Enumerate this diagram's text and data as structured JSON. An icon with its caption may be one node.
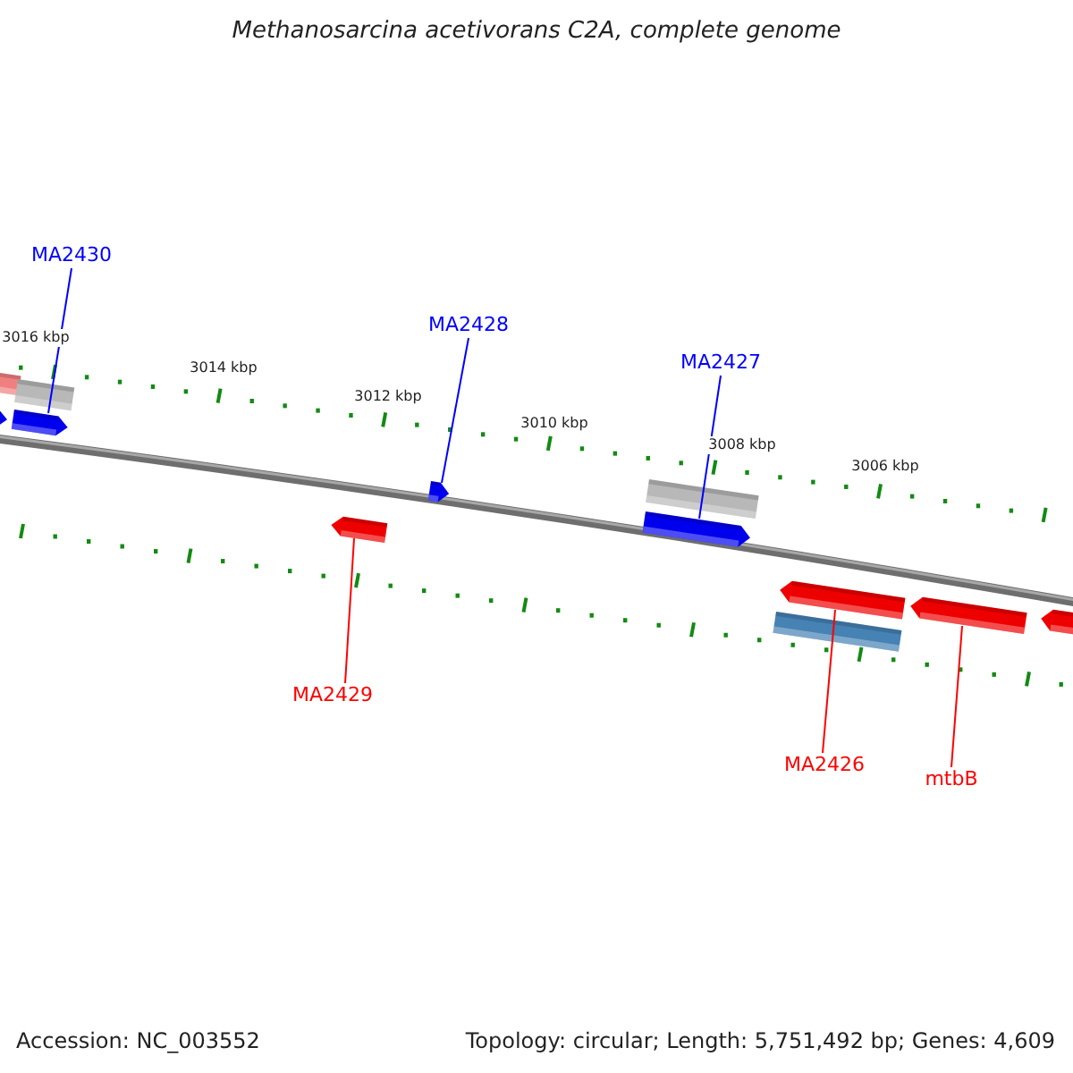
{
  "diagram": {
    "title": "Methanosarcina acetivorans C2A, complete genome",
    "nodes": [
      {
        "text": [
          "MA2430"
        ]
      },
      {
        "text": [
          "MA2428"
        ]
      },
      {
        "text": [
          "MA2427"
        ]
      },
      {
        "text": [
          "MA2429"
        ]
      },
      {
        "text": [
          "MA2426"
        ]
      },
      {
        "text": [
          "mtbB"
        ]
      },
      {
        "text": [],
        "shape": "bar"
      },
      {
        "text": [],
        "shape": "bar"
      },
      {
        "text": [],
        "shape": "bar"
      },
      {
        "text": [],
        "shape": "bar"
      },
      {
        "text": [],
        "shape": "bar"
      },
      {
        "text": [],
        "shape": "bar"
      }
    ],
    "edges": [
      {
        "from": 0,
        "to": 6,
        "arrow": "none",
        "color": "#0000ff"
      },
      {
        "from": 1,
        "to": 7,
        "arrow": "none",
        "color": "#0000ff"
      },
      {
        "from": 2,
        "to": 8,
        "arrow": "none",
        "color": "#0000ff"
      },
      {
        "from": 3,
        "to": 9,
        "arrow": "none",
        "color": "#ff0000"
      },
      {
        "from": 4,
        "to": 10,
        "arrow": "none",
        "color": "#ff0000"
      },
      {
        "from": 5,
        "to": 11,
        "arrow": "none",
        "color": "#ff0000"
      }
    ],
    "labels": [
      "3016 kbp",
      "3014 kbp",
      "3012 kbp",
      "3010 kbp",
      "3008 kbp",
      "3006 kbp",
      "Accession: NC_003552",
      "Topology: circular; Length: 5,751,492 bp; Genes: 4,609"
    ]
  }
}
